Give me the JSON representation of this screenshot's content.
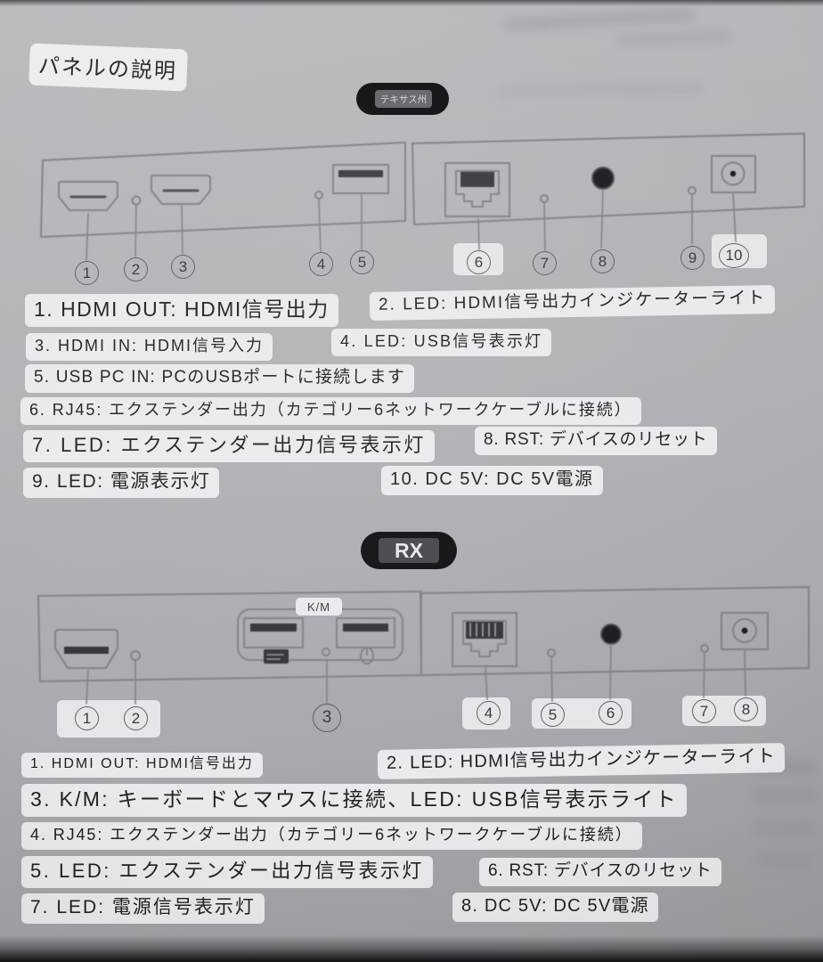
{
  "page": {
    "title": "パネルの説明"
  },
  "badges": {
    "tx": "テキサス州",
    "rx": "RX"
  },
  "tx": {
    "callouts": [
      "1",
      "2",
      "3",
      "4",
      "5",
      "6",
      "7",
      "8",
      "9",
      "10"
    ],
    "labels": [
      "1. HDMI OUT: HDMI信号出力",
      "2. LED: HDMI信号出力インジケーターライト",
      "3. HDMI IN: HDMI信号入力",
      "4. LED: USB信号表示灯",
      "5. USB PC IN: PCのUSBポートに接続します",
      "6. RJ45: エクステンダー出力（カテゴリー6ネットワークケーブルに接続）",
      "7. LED: エクステンダー出力信号表示灯",
      "8. RST: デバイスのリセット",
      "9. LED: 電源表示灯",
      "10. DC 5V: DC 5V電源"
    ]
  },
  "rx": {
    "km_label": "K/M",
    "callouts": [
      "1",
      "2",
      "3",
      "4",
      "5",
      "6",
      "7",
      "8"
    ],
    "labels": [
      "1. HDMI OUT: HDMI信号出力",
      "2. LED: HDMI信号出力インジケーターライト",
      "3. K/M: キーボードとマウスに接続、LED: USB信号表示ライト",
      "4. RJ45: エクステンダー出力（カテゴリー6ネットワークケーブルに接続）",
      "5. LED: エクステンダー出力信号表示灯",
      "6. RST: デバイスのリセット",
      "7. LED: 電源信号表示灯",
      "8. DC 5V: DC 5V電源"
    ]
  },
  "colors": {
    "paper": "#aaa8ad",
    "box": "#eaeaed",
    "stroke": "#828088",
    "ink": "#212125",
    "badge_dark": "#101013"
  }
}
